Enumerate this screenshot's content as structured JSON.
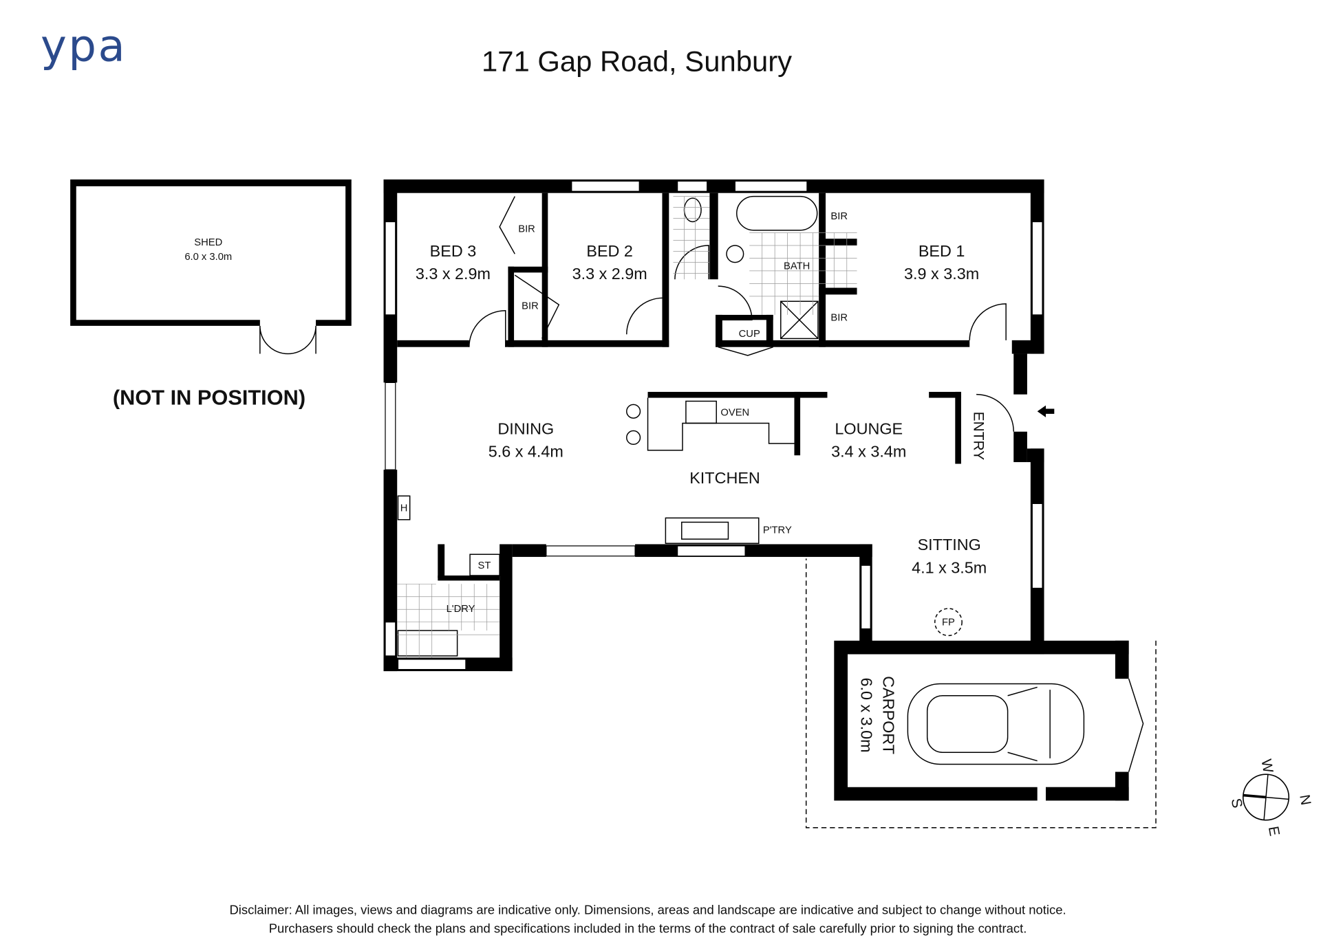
{
  "brand": {
    "logo_text": "ypa",
    "color": "#2b4a8c"
  },
  "title": "171 Gap Road, Sunbury",
  "shed": {
    "name": "SHED",
    "size": "6.0 x 3.0m",
    "note": "(NOT IN POSITION)"
  },
  "rooms": {
    "bed3": {
      "name": "BED 3",
      "size": "3.3 x 2.9m"
    },
    "bed2": {
      "name": "BED 2",
      "size": "3.3 x 2.9m"
    },
    "bed1": {
      "name": "BED 1",
      "size": "3.9 x 3.3m"
    },
    "bath": {
      "name": "BATH"
    },
    "bir": "BIR",
    "cup": "CUP",
    "dining": {
      "name": "DINING",
      "size": "5.6 x 4.4m"
    },
    "kitchen": {
      "name": "KITCHEN"
    },
    "oven": "OVEN",
    "lounge": {
      "name": "LOUNGE",
      "size": "3.4 x 3.4m"
    },
    "entry": "ENTRY",
    "pantry": "P'TRY",
    "sitting": {
      "name": "SITTING",
      "size": "4.1 x 3.5m"
    },
    "fireplace": "FP",
    "heater": "H",
    "store": "ST",
    "laundry": "L'DRY",
    "carport": {
      "name": "CARPORT",
      "size": "6.0 x 3.0m"
    }
  },
  "compass": {
    "n": "N",
    "s": "S",
    "e": "E",
    "w": "W"
  },
  "disclaimer": {
    "line1": "Disclaimer: All images, views and diagrams are indicative only. Dimensions, areas and landscape are indicative and subject to change without notice.",
    "line2": "Purchasers should check the plans and specifications included in the terms of the contract of sale carefully prior to signing the contract."
  }
}
